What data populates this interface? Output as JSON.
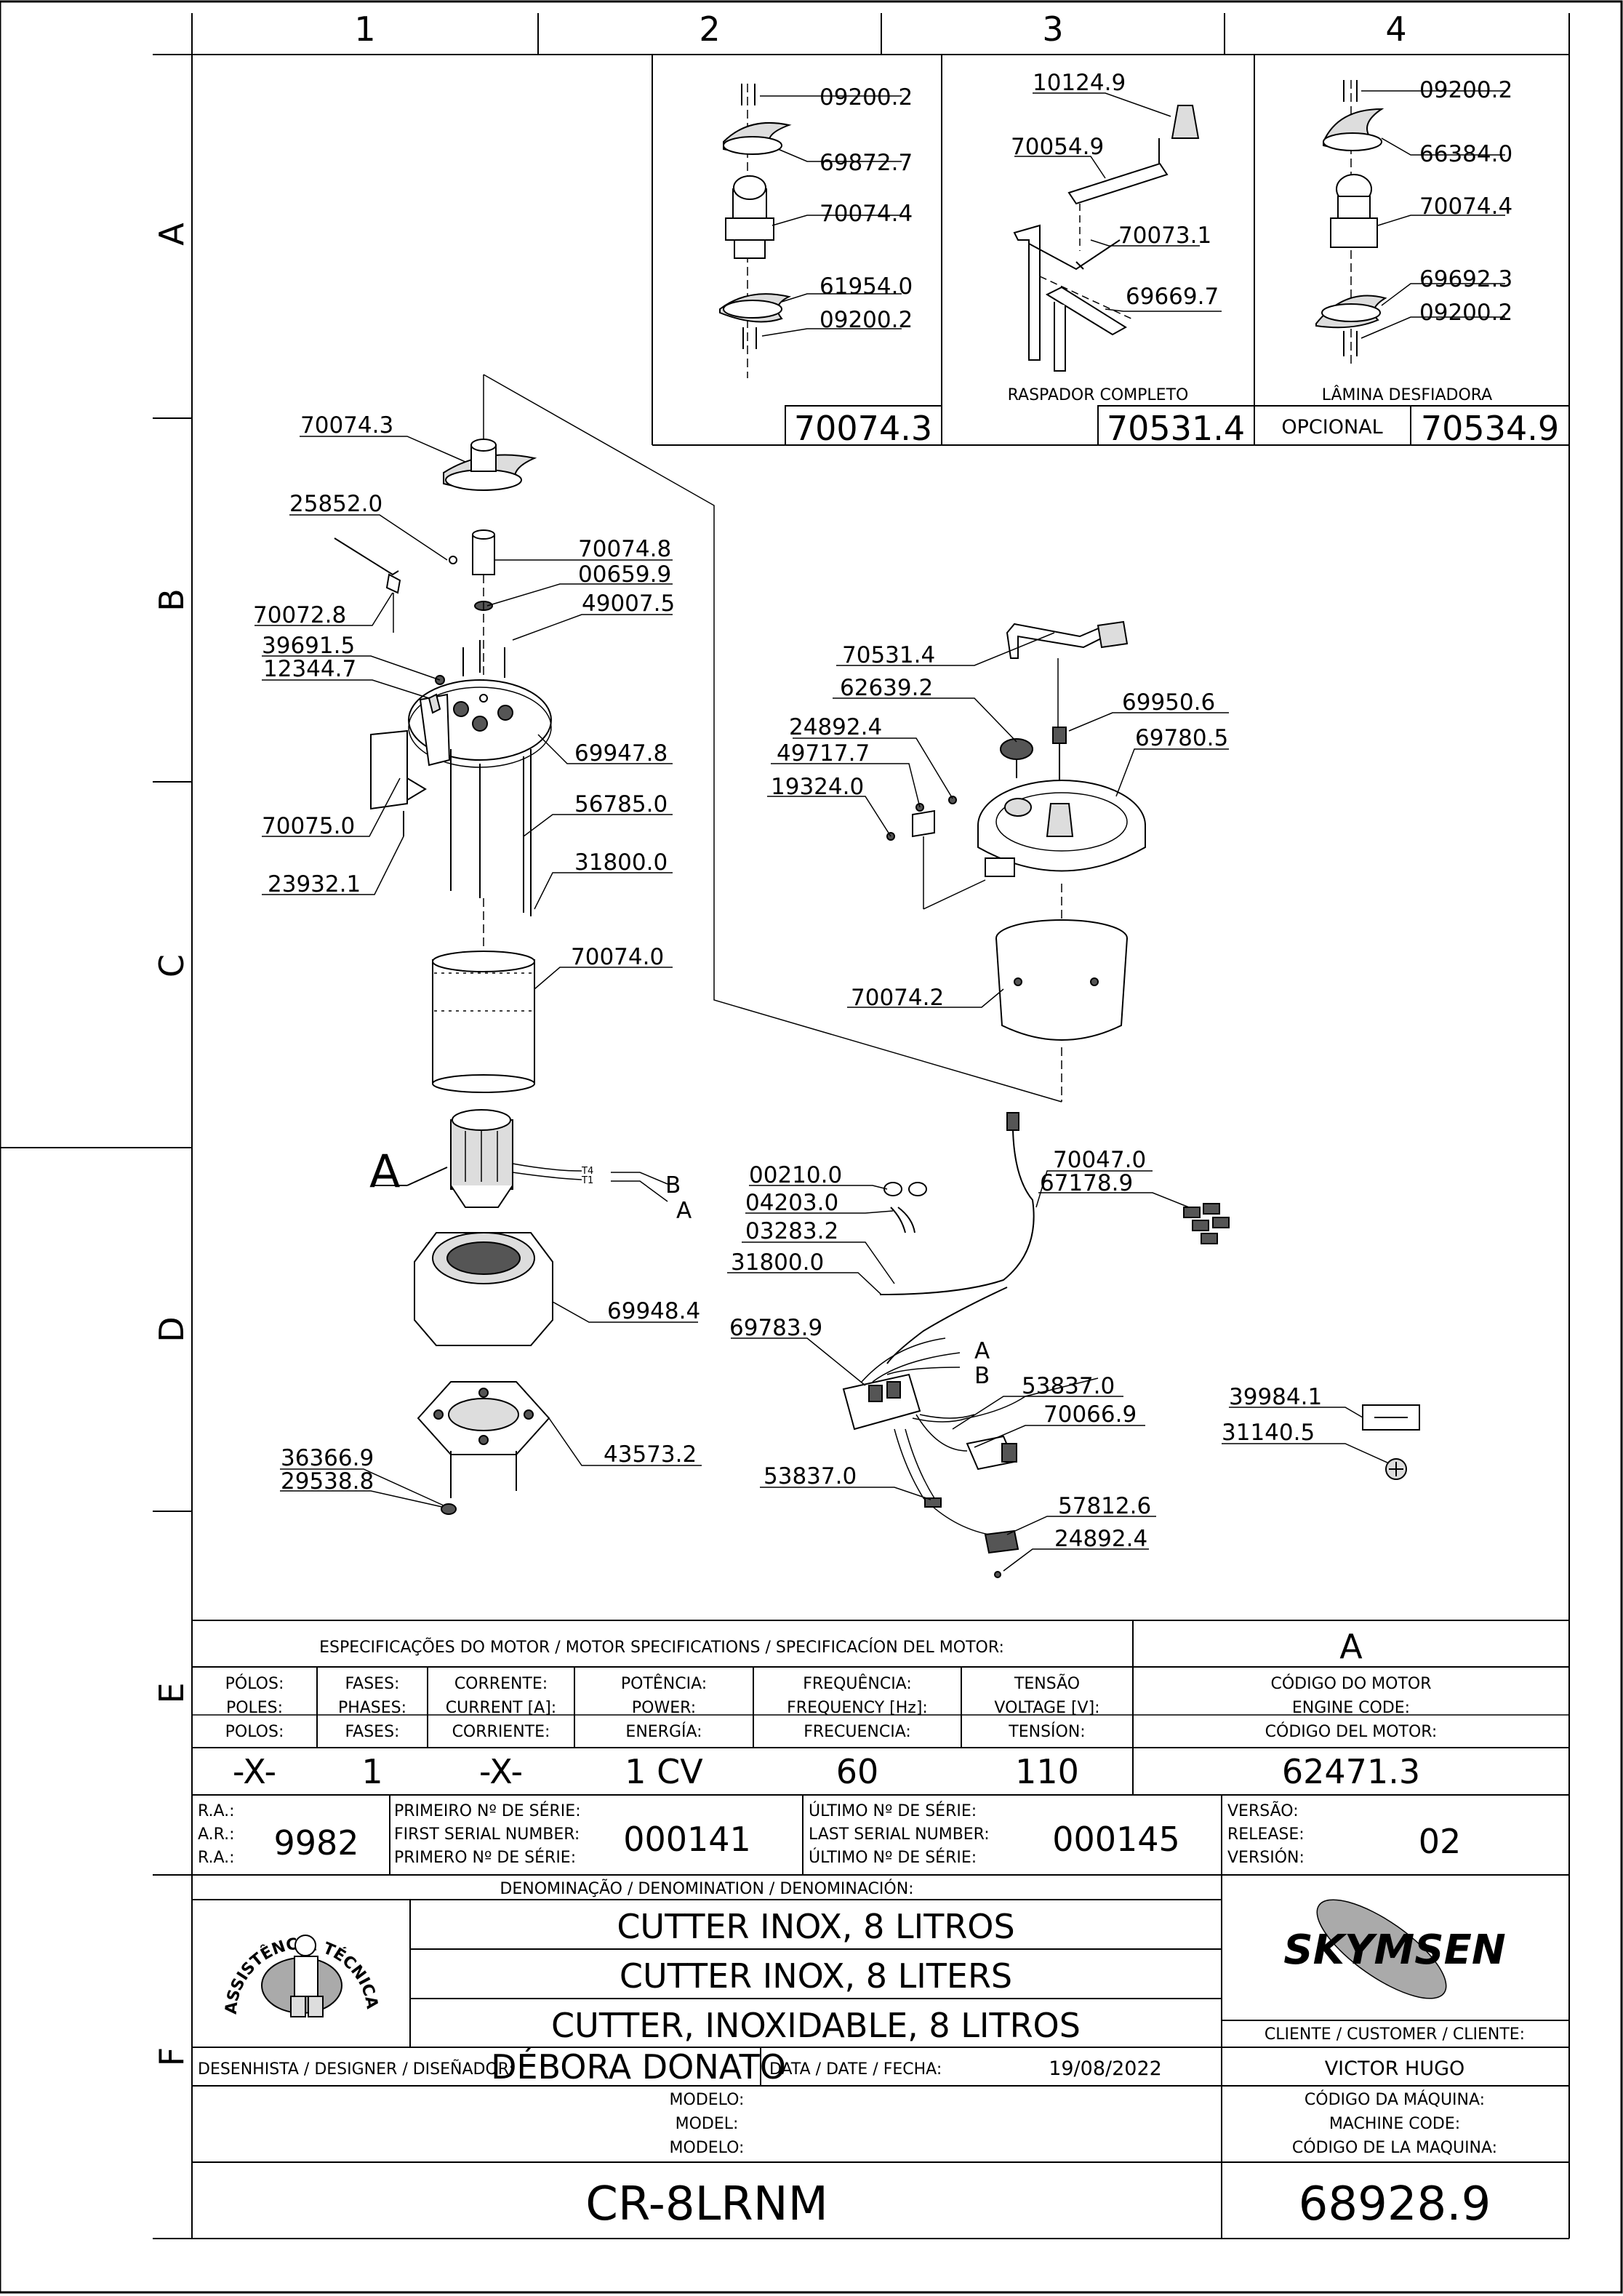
{
  "grid": {
    "columns": [
      "1",
      "2",
      "3",
      "4"
    ],
    "rows": [
      "A",
      "B",
      "C",
      "D",
      "E",
      "F"
    ]
  },
  "insets": {
    "box1": {
      "labels": [
        "09200.2",
        "69872.7",
        "70074.4",
        "61954.0",
        "09200.2"
      ],
      "code": "70074.3"
    },
    "box2": {
      "labels": [
        "10124.9",
        "70054.9",
        "70073.1",
        "69669.7"
      ],
      "caption": "RASPADOR COMPLETO",
      "code": "70531.4"
    },
    "box3": {
      "labels": [
        "09200.2",
        "66384.0",
        "70074.4",
        "69692.3",
        "09200.2"
      ],
      "caption": "LÂMINA DESFIADORA",
      "tag": "OPCIONAL",
      "code": "70534.9"
    }
  },
  "part_labels": [
    "70074.3",
    "25852.0",
    "70074.8",
    "00659.9",
    "70072.8",
    "49007.5",
    "39691.5",
    "12344.7",
    "69947.8",
    "56785.0",
    "70075.0",
    "31800.0",
    "23932.1",
    "70074.0",
    "70531.4",
    "62639.2",
    "69950.6",
    "24892.4",
    "69780.5",
    "49717.7",
    "19324.0",
    "70074.2",
    "70047.0",
    "00210.0",
    "67178.9",
    "04203.0",
    "03283.2",
    "31800.0",
    "69948.4",
    "69783.9",
    "53837.0",
    "70066.9",
    "39984.1",
    "31140.5",
    "36366.9",
    "43573.2",
    "29538.8",
    "53837.0",
    "57812.6",
    "24892.4"
  ],
  "motor_labels": {
    "callout": "A",
    "t4": "T4",
    "t1": "T1",
    "wire_b": "B",
    "wire_a": "A",
    "board_a": "A",
    "board_b": "B"
  },
  "motor_spec": {
    "title": "ESPECIFICAÇÕES DO MOTOR / MOTOR SPECIFICATIONS / SPECIFICACÍON DEL MOTOR:",
    "code_title": "A",
    "headers": [
      [
        "PÓLOS:",
        "POLES:",
        "POLOS:"
      ],
      [
        "FASES:",
        "PHASES:",
        "FASES:"
      ],
      [
        "CORRENTE:",
        "CURRENT [A]:",
        "CORRIENTE:"
      ],
      [
        "POTÊNCIA:",
        "POWER:",
        "ENERGÍA:"
      ],
      [
        "FREQUÊNCIA:",
        "FREQUENCY [Hz]:",
        "FRECUENCIA:"
      ],
      [
        "TENSÃO",
        "VOLTAGE [V]:",
        "TENSÍON:"
      ],
      [
        "CÓDIGO DO MOTOR",
        "ENGINE CODE:",
        "CÓDIGO DEL MOTOR:"
      ]
    ],
    "values": [
      "-X-",
      "1",
      "-X-",
      "1 CV",
      "60",
      "110",
      "62471.3"
    ]
  },
  "serials": {
    "ra_labels": [
      "R.A.:",
      "A.R.:",
      "R.A.:"
    ],
    "ra_value": "9982",
    "first_labels": [
      "PRIMEIRO Nº DE SÉRIE:",
      "FIRST SERIAL NUMBER:",
      "PRIMERO Nº DE SÉRIE:"
    ],
    "first_value": "000141",
    "last_labels": [
      "ÚLTIMO Nº DE SÉRIE:",
      "LAST SERIAL NUMBER:",
      "ÚLTIMO Nº DE SÉRIE:"
    ],
    "last_value": "000145",
    "version_labels": [
      "VERSÃO:",
      "RELEASE:",
      "VERSIÓN:"
    ],
    "version_value": "02"
  },
  "denomination": {
    "title": "DENOMINAÇÃO / DENOMINATION / DENOMINACIÓN:",
    "lines": [
      "CUTTER INOX, 8 LITROS",
      "CUTTER INOX, 8 LITERS",
      "CUTTER, INOXIDABLE, 8 LITROS"
    ],
    "seal_text": "ASSISTÊNCIA TÉCNICA AUTORIZADA"
  },
  "brand": {
    "logo": "SKYMSEN",
    "customer_label": "CLIENTE / CUSTOMER / CLIENTE:",
    "customer_value": "VICTOR HUGO"
  },
  "designer": {
    "label": "DESENHISTA / DESIGNER / DISEÑADOR:",
    "value": "DÉBORA DONATO",
    "date_label": "DATA / DATE / FECHA:",
    "date_value": "19/08/2022"
  },
  "model": {
    "labels": [
      "MODELO:",
      "MODEL:",
      "MODELO:"
    ],
    "value": "CR-8LRNM"
  },
  "machine": {
    "labels": [
      "CÓDIGO DA MÁQUINA:",
      "MACHINE CODE:",
      "CÓDIGO DE LA MAQUINA:"
    ],
    "value": "68928.9"
  }
}
